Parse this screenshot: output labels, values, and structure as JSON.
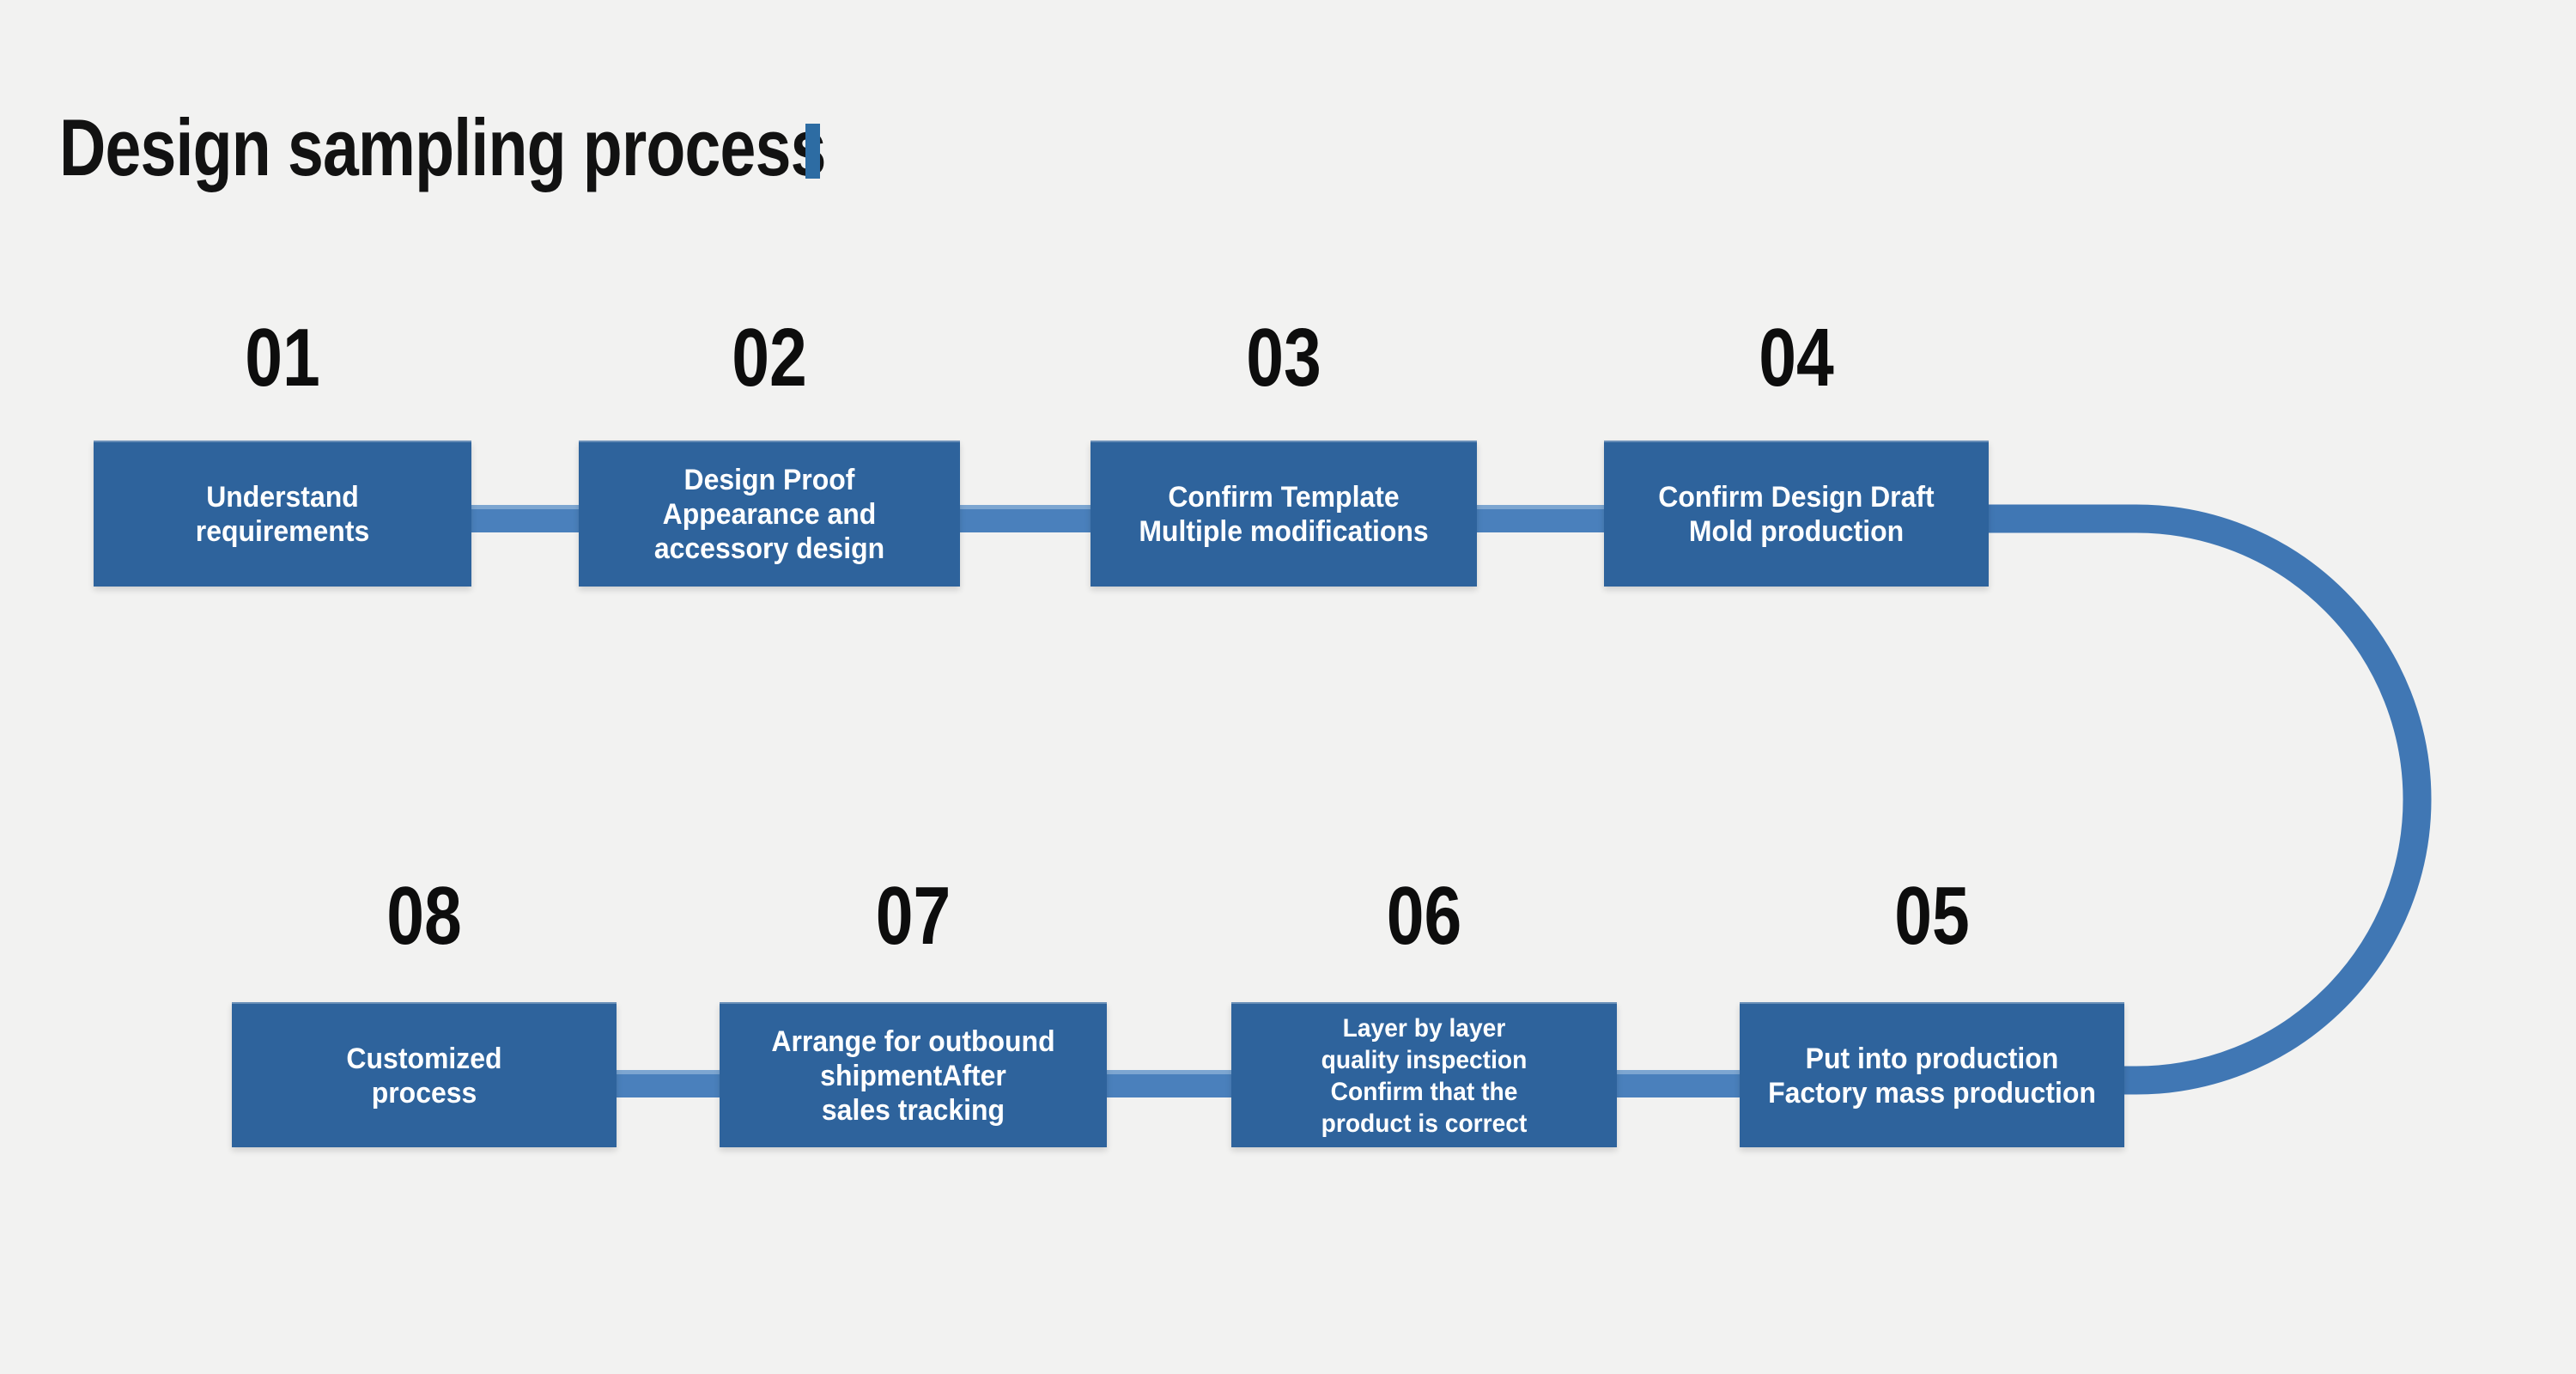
{
  "title": {
    "text": "Design sampling process"
  },
  "colors": {
    "background": "#f2f2f1",
    "box_fill": "#2e639c",
    "box_text": "#ffffff",
    "number_text": "#0d0d0d",
    "connector": "#4a80bc",
    "connector_highlight": "#7da6d1",
    "curve": "#4077b4",
    "title_accent": "#2d6ca3",
    "title_text": "#121212"
  },
  "steps": [
    {
      "number": "01",
      "lines": [
        "Understand",
        "requirements"
      ]
    },
    {
      "number": "02",
      "lines": [
        "Design Proof",
        "Appearance and",
        "accessory design"
      ]
    },
    {
      "number": "03",
      "lines": [
        "Confirm Template",
        "Multiple modifications"
      ]
    },
    {
      "number": "04",
      "lines": [
        "Confirm Design Draft",
        "Mold production"
      ]
    },
    {
      "number": "05",
      "lines": [
        "Put into production",
        "Factory mass production"
      ]
    },
    {
      "number": "06",
      "lines": [
        "Layer by layer",
        "quality inspection",
        "Confirm that the",
        "product is correct"
      ]
    },
    {
      "number": "07",
      "lines": [
        "Arrange for outbound",
        "shipmentAfter",
        "sales tracking"
      ]
    },
    {
      "number": "08",
      "lines": [
        "Customized",
        "process"
      ]
    }
  ]
}
